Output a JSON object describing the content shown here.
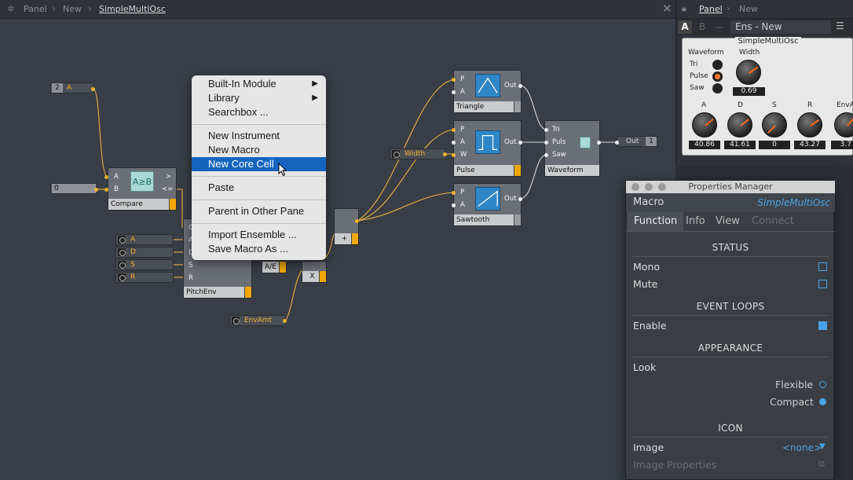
{
  "editor": {
    "breadcrumb": [
      "Panel",
      "New",
      "SimpleMultiOsc"
    ]
  },
  "right_header": {
    "breadcrumb": [
      "Panel",
      "New"
    ],
    "tab_a": "A",
    "tab_b": "B",
    "tab_dash": "—",
    "ensemble_name": "Ens - New"
  },
  "instrument_panel": {
    "title": "SimpleMultiOsc",
    "waveform_label": "Waveform",
    "waveform_options": [
      "Tri",
      "Pulse",
      "Saw"
    ],
    "selected_waveform": "Pulse",
    "width_label": "Width",
    "width_value": "0.69",
    "knobs": [
      {
        "label": "A",
        "value": "40.86"
      },
      {
        "label": "D",
        "value": "41.61"
      },
      {
        "label": "S",
        "value": "0"
      },
      {
        "label": "R",
        "value": "43.27"
      },
      {
        "label": "EnvA",
        "value": "3.7"
      }
    ]
  },
  "context_menu": {
    "items": [
      {
        "label": "Built-In Module",
        "submenu": true
      },
      {
        "label": "Library",
        "submenu": true
      },
      {
        "label": "Searchbox ..."
      },
      {
        "label": "New Instrument"
      },
      {
        "label": "New Macro"
      },
      {
        "label": "New Core Cell",
        "highlighted": true
      },
      {
        "label": "Paste"
      },
      {
        "label": "Parent in Other Pane"
      },
      {
        "label": "Import Ensemble ..."
      },
      {
        "label": "Save Macro As ..."
      }
    ]
  },
  "nodes": {
    "const_2": {
      "value": "2",
      "name": "A"
    },
    "const_0": {
      "value": "0"
    },
    "compare": {
      "label": "Compare",
      "in_a": "A",
      "in_b": "B",
      "out_gt": ">",
      "out_le": "<=",
      "glyph": "A≥B"
    },
    "adsr_consts": [
      "A",
      "D",
      "S",
      "R"
    ],
    "pitchenv": {
      "label": "PitchEnv",
      "pins": [
        "G",
        "A",
        "D",
        "S",
        "R"
      ]
    },
    "envamt": {
      "name": "EnvAmt"
    },
    "width_const": {
      "name": "Width"
    },
    "ae": {
      "label": "A/E"
    },
    "mult": {
      "label": "X"
    },
    "add": {
      "label": "+"
    },
    "triangle": {
      "label": "Triangle",
      "pins_in": [
        "P",
        "A"
      ],
      "out": "Out"
    },
    "pulse": {
      "label": "Pulse",
      "pins_in": [
        "P",
        "A",
        "W"
      ],
      "out": "Out"
    },
    "sawtooth": {
      "label": "Sawtooth",
      "pins_in": [
        "P",
        "A"
      ],
      "out": "Out"
    },
    "waveform": {
      "label": "Waveform",
      "pins_in": [
        "Tri",
        "Puls",
        "Saw"
      ]
    },
    "out": {
      "label": "Out",
      "channel": "1"
    }
  },
  "properties_manager": {
    "title": "Properties Manager",
    "type": "Macro",
    "name": "SimpleMultiOsc",
    "tabs": [
      "Function",
      "Info",
      "View",
      "Connect"
    ],
    "active_tab": "Function",
    "sections": {
      "status": "STATUS",
      "event_loops": "EVENT LOOPS",
      "appearance": "APPEARANCE",
      "icon": "ICON"
    },
    "mono_label": "Mono",
    "mute_label": "Mute",
    "enable_label": "Enable",
    "look_label": "Look",
    "flexible_label": "Flexible",
    "compact_label": "Compact",
    "image_label": "Image",
    "image_value": "<none>",
    "image_properties_label": "Image Properties"
  },
  "colors": {
    "wire": "#e8b048",
    "menu_highlight": "#1565c0",
    "accent_blue": "#4aa3e6",
    "knob_indicator": "#ff6a1a"
  }
}
